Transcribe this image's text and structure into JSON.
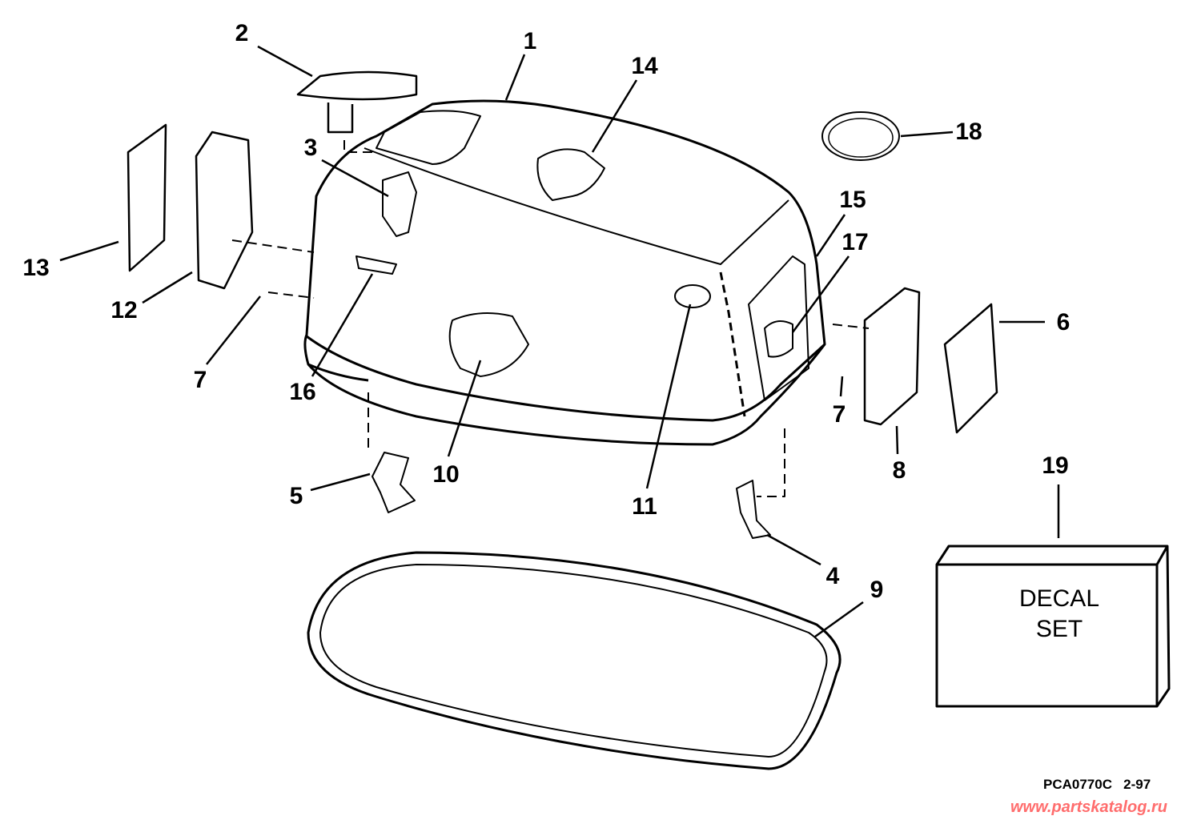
{
  "diagram": {
    "callouts": [
      "1",
      "2",
      "3",
      "14",
      "18",
      "15",
      "17",
      "13",
      "12",
      "7",
      "16",
      "10",
      "11",
      "5",
      "6",
      "7",
      "8",
      "19",
      "4",
      "9"
    ],
    "decal_box": {
      "line1": "DECAL",
      "line2": "SET"
    },
    "figure_code": "PCA0770C   2-97",
    "watermark": "www.partskatalog.ru"
  }
}
